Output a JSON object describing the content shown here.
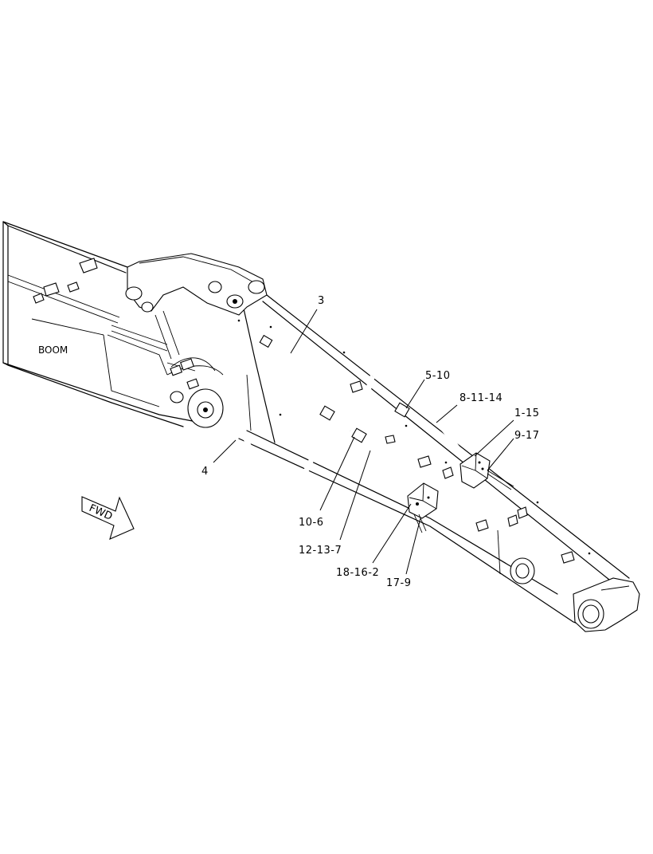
{
  "diagram": {
    "boom_label": "BOOM",
    "fwd_label": "FWD",
    "callouts": [
      {
        "id": "c3",
        "text": "3"
      },
      {
        "id": "c4",
        "text": "4"
      },
      {
        "id": "c5-10",
        "text": "5-10"
      },
      {
        "id": "c8-11-14",
        "text": "8-11-14"
      },
      {
        "id": "c1-15",
        "text": "1-15"
      },
      {
        "id": "c9-17",
        "text": "9-17"
      },
      {
        "id": "c10-6",
        "text": "10-6"
      },
      {
        "id": "c12-13-7",
        "text": "12-13-7"
      },
      {
        "id": "c18-16-2",
        "text": "18-16-2"
      },
      {
        "id": "c17-9",
        "text": "17-9"
      }
    ]
  }
}
